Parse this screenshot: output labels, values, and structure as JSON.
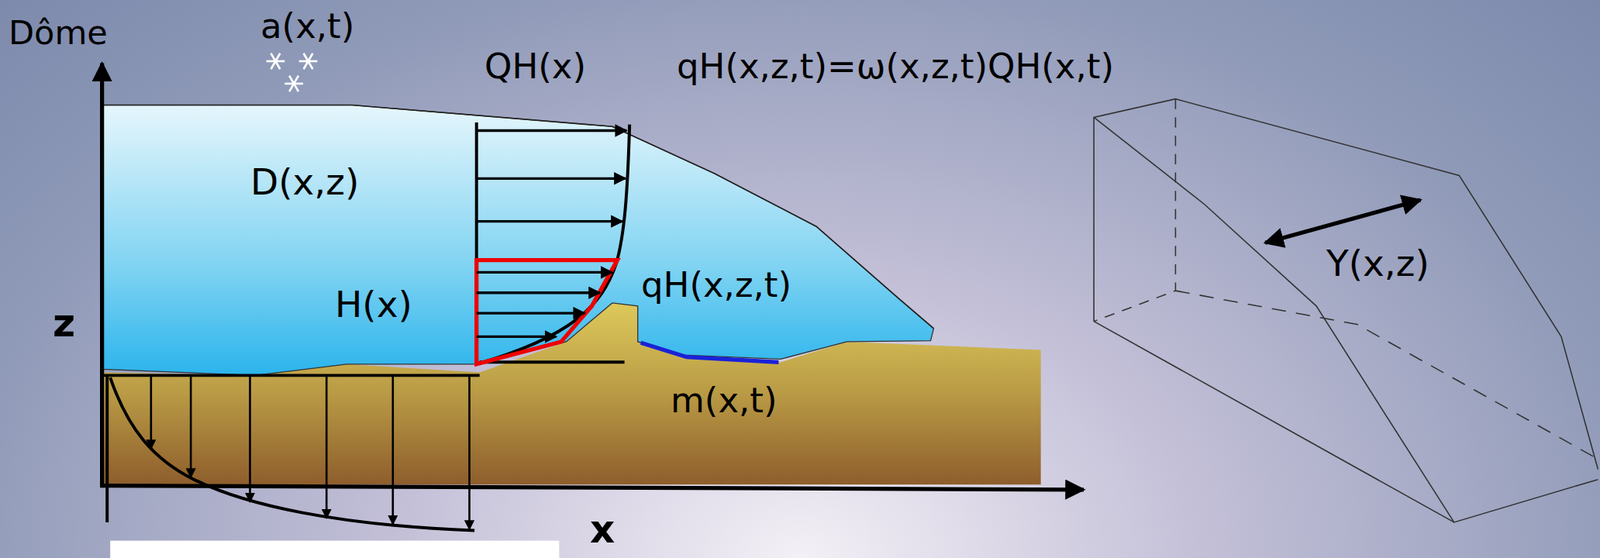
{
  "diagram": {
    "labels": [
      "Dôme",
      "a(x,t)",
      "QH(x)",
      "qH(x,z,t)=ω(x,z,t)QH(x,t)",
      "D(x,z)",
      "H(x)",
      "qH(x,z,t)",
      "m(x,t)",
      "z",
      "x",
      "Y(x,z)"
    ]
  }
}
